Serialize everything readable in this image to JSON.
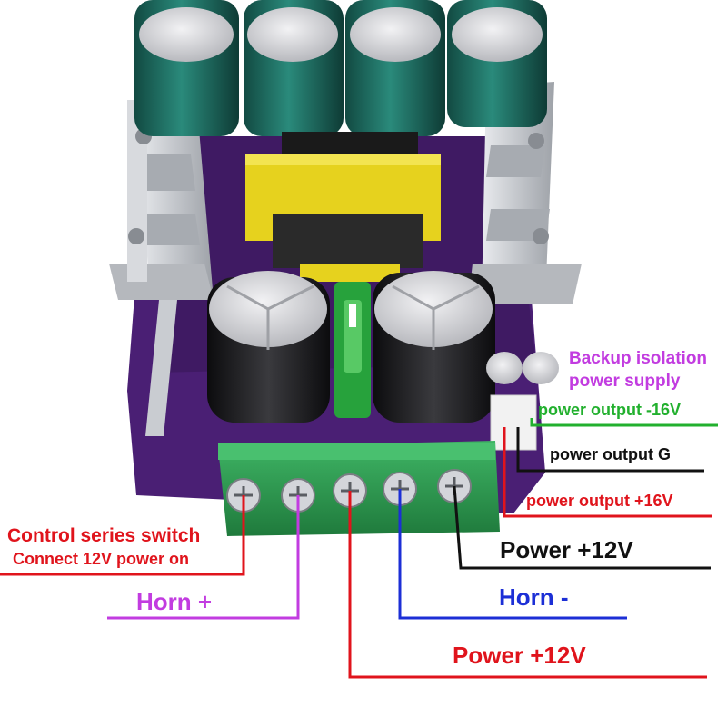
{
  "labels": {
    "backup_line1": "Backup isolation",
    "backup_line2": "power supply",
    "out_neg16": "power output -16V",
    "out_g": "power output G",
    "out_pos16": "power output +16V",
    "power12_right": "Power +12V",
    "horn_minus": "Horn -",
    "power12_bottom": "Power +12V",
    "control_line1": "Control series switch",
    "control_line2": "Connect 12V power on",
    "horn_plus": "Horn +"
  },
  "colors": {
    "background": "#ffffff",
    "pcb": "#4a1f74",
    "terminal": "#2f9e52",
    "heatsink": "#c9ccd1",
    "capacitor_green": "#1d6b60",
    "capacitor_black": "#1b1b1d",
    "transformer": "#e6d21e",
    "fuse": "#27a23c",
    "label_purple": "#c23ce0",
    "label_green": "#22b02e",
    "label_black": "#111111",
    "label_red": "#e0141c",
    "label_blue": "#1c2fd6"
  }
}
